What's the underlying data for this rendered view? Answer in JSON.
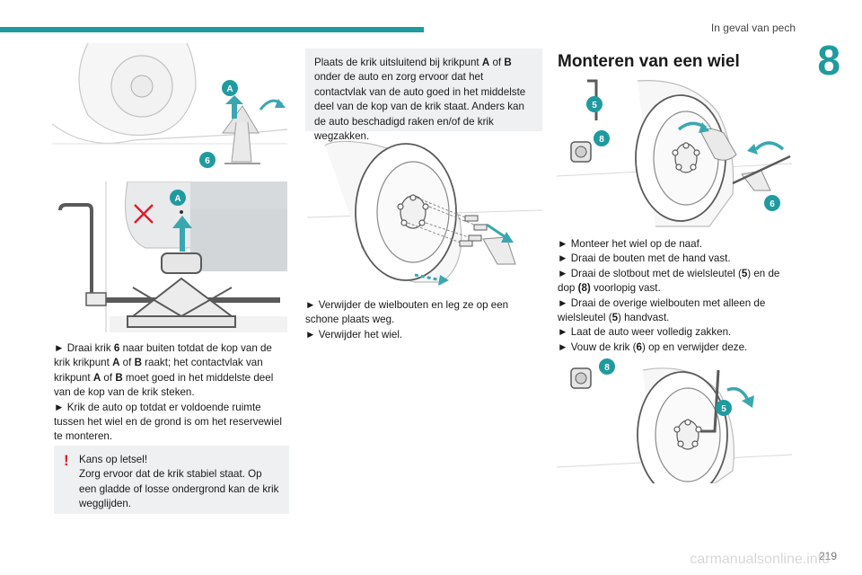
{
  "header": {
    "section_title": "In geval van pech",
    "chapter_number": "8",
    "page_number": "219"
  },
  "watermark": "carmanualsonline.info",
  "figures": {
    "top_left_labels": [
      "A",
      "6"
    ],
    "mid_left_labels": [
      "A"
    ],
    "mid_center_labels": [],
    "right_top_labels": [
      "5",
      "8",
      "6"
    ],
    "right_bottom_labels": [
      "8",
      "5"
    ]
  },
  "colors": {
    "accent": "#1f9ba0",
    "warning": "#e01d2b",
    "arrow": "#3aa7b0"
  },
  "left_column": {
    "steps": [
      {
        "bullet": "►",
        "parts": [
          "Draai krik ",
          "6",
          " naar buiten totdat de kop van de krik krikpunt ",
          "A",
          " of ",
          "B",
          " raakt; het contactvlak van krikpunt ",
          "A",
          " of ",
          "B",
          " moet goed in het middelste deel van de kop van de krik steken."
        ]
      },
      {
        "bullet": "►",
        "parts": [
          "Krik de auto op totdat er voldoende ruimte tussen het wiel en de grond is om het reservewiel te monteren."
        ]
      }
    ],
    "warning": {
      "icon": "!",
      "title": "Kans op letsel!",
      "text": "Zorg ervoor dat de krik stabiel staat. Op een gladde of losse ondergrond kan de krik wegglijden."
    }
  },
  "middle_column": {
    "note_parts": [
      "Plaats de krik uitsluitend bij krikpunt ",
      "A",
      " of ",
      "B",
      " onder de auto en zorg ervoor dat het contactvlak van de auto goed in het middelste deel van de kop van de krik staat. Anders kan de auto beschadigd raken en/of de krik wegzakken."
    ],
    "steps": [
      {
        "bullet": "►",
        "text": "Verwijder de wielbouten en leg ze op een schone plaats weg."
      },
      {
        "bullet": "►",
        "text": "Verwijder het wiel."
      }
    ]
  },
  "right_column": {
    "heading": "Monteren van een wiel",
    "steps": [
      {
        "bullet": "►",
        "parts": [
          "Monteer het wiel op de naaf."
        ]
      },
      {
        "bullet": "►",
        "parts": [
          "Draai de bouten met de hand vast."
        ]
      },
      {
        "bullet": "►",
        "parts": [
          "Draai de slotbout met de wielsleutel (",
          "5",
          ") en de dop ",
          "(8)",
          " voorlopig vast."
        ]
      },
      {
        "bullet": "►",
        "parts": [
          "Draai de overige wielbouten met alleen de wielsleutel (",
          "5",
          ") handvast."
        ]
      },
      {
        "bullet": "►",
        "parts": [
          "Laat de auto weer volledig zakken."
        ]
      },
      {
        "bullet": "►",
        "parts": [
          "Vouw de krik (",
          "6",
          ") op en verwijder deze."
        ]
      }
    ]
  }
}
